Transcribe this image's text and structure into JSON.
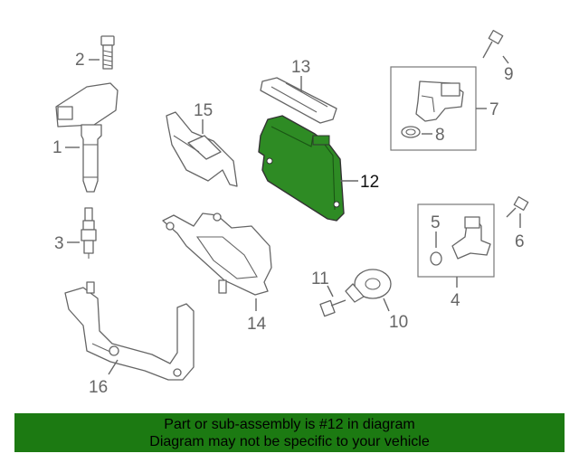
{
  "callouts": {
    "c1": "1",
    "c2": "2",
    "c3": "3",
    "c4": "4",
    "c5": "5",
    "c6": "6",
    "c7": "7",
    "c8": "8",
    "c9": "9",
    "c10": "10",
    "c11": "11",
    "c12": "12",
    "c13": "13",
    "c14": "14",
    "c15": "15",
    "c16": "16"
  },
  "highlight": {
    "part_number": "12",
    "color": "#2e8b24"
  },
  "banner": {
    "line1": "Part or sub-assembly is #12 in diagram",
    "line2": "Diagram may not be specific to your vehicle",
    "color": "#1c7a12"
  }
}
